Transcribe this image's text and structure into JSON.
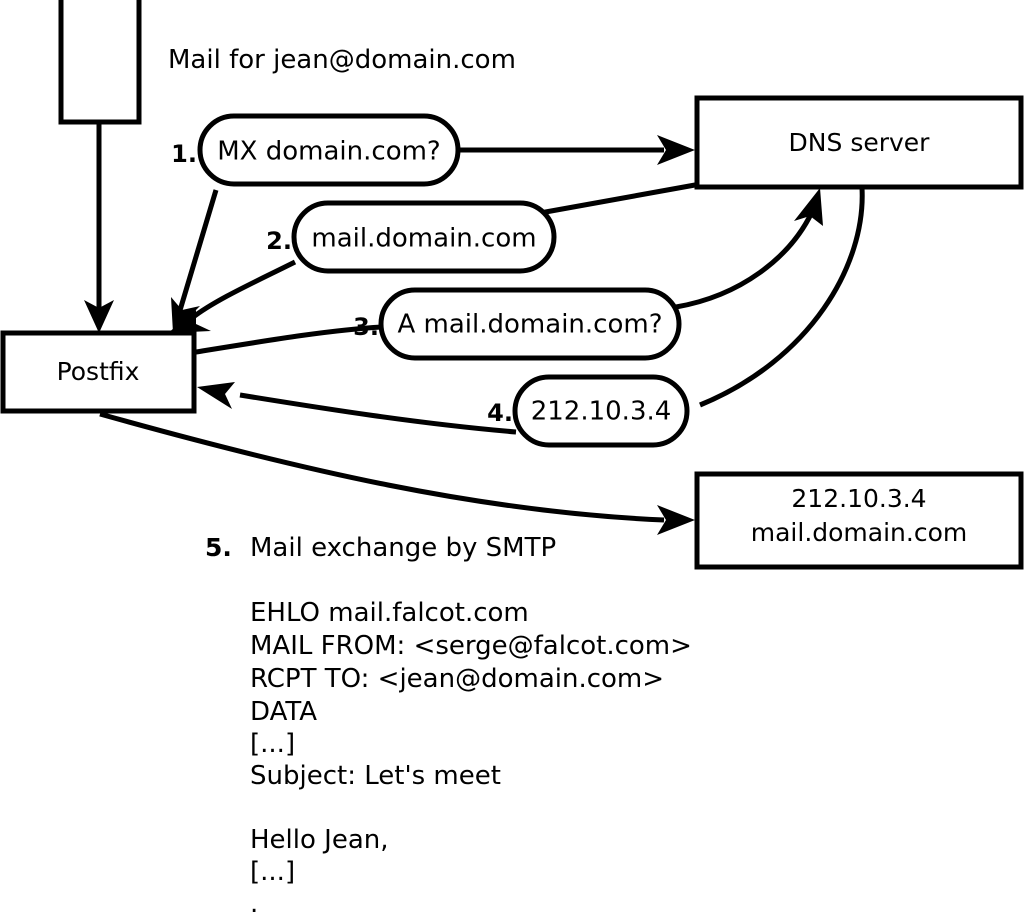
{
  "diagram": {
    "title_caption": "Mail for jean@domain.com",
    "nodes": [
      {
        "id": "mua",
        "label": "",
        "role": "sender-client-box"
      },
      {
        "id": "postfix",
        "label": "Postfix",
        "role": "mta-box"
      },
      {
        "id": "dns",
        "label": "DNS server",
        "role": "dns-box"
      },
      {
        "id": "mailserver",
        "line1": "212.10.3.4",
        "line2": "mail.domain.com",
        "role": "destination-mail-server-box"
      }
    ],
    "steps": [
      {
        "number": "1.",
        "text": "MX domain.com?"
      },
      {
        "number": "2.",
        "text": "mail.domain.com"
      },
      {
        "number": "3.",
        "text": "A mail.domain.com?"
      },
      {
        "number": "4.",
        "text": "212.10.3.4"
      }
    ],
    "step5": {
      "number": "5.",
      "label": "Mail exchange by SMTP"
    },
    "smtp_transcript": [
      "EHLO mail.falcot.com",
      "MAIL FROM: <serge@falcot.com>",
      "RCPT TO: <jean@domain.com>",
      "DATA",
      "[...]",
      "Subject: Let's meet",
      "",
      "Hello Jean,",
      "[...]",
      "."
    ],
    "colors": {
      "stroke": "#000000",
      "fill": "#ffffff",
      "background": "#ffffff"
    }
  }
}
